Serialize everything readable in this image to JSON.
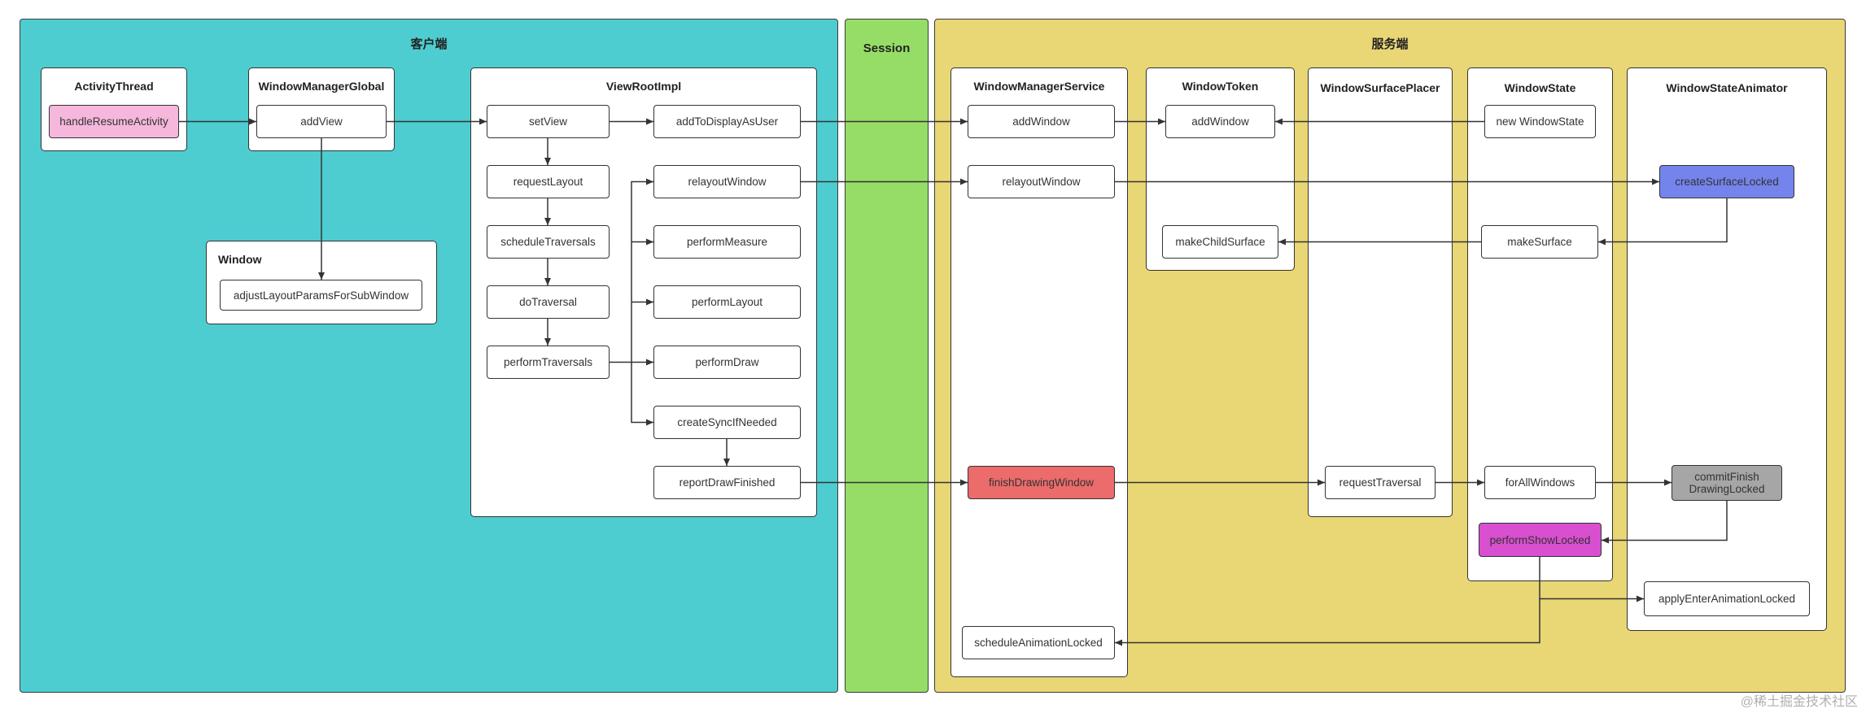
{
  "lanes": {
    "client": {
      "title": "客户端",
      "color": "#4ecdd0"
    },
    "session": {
      "title": "Session",
      "color": "#96dd67"
    },
    "server": {
      "title": "服务端",
      "color": "#e9d675"
    }
  },
  "groups": {
    "activity_thread": "ActivityThread",
    "window_manager_global": "WindowManagerGlobal",
    "window": "Window",
    "view_root_impl": "ViewRootImpl",
    "window_manager_service": "WindowManagerService",
    "window_token": "WindowToken",
    "window_surface_placer": "WindowSurfacePlacer",
    "window_state": "WindowState",
    "window_state_animator": "WindowStateAnimator"
  },
  "nodes": {
    "handle_resume_activity": "handleResumeActivity",
    "add_view": "addView",
    "adjust_layout_params": "adjustLayoutParamsForSubWindow",
    "set_view": "setView",
    "request_layout": "requestLayout",
    "schedule_traversals": "scheduleTraversals",
    "do_traversal": "doTraversal",
    "perform_traversals": "performTraversals",
    "add_to_display_as_user": "addToDisplayAsUser",
    "relayout_window": "relayoutWindow",
    "perform_measure": "performMeasure",
    "perform_layout": "performLayout",
    "perform_draw": "performDraw",
    "create_sync_if_needed": "createSyncIfNeeded",
    "report_draw_finished": "reportDrawFinished",
    "wms_add_window": "addWindow",
    "wms_relayout_window": "relayoutWindow",
    "finish_drawing_window": "finishDrawingWindow",
    "schedule_animation_locked": "scheduleAnimationLocked",
    "token_add_window": "addWindow",
    "make_child_surface": "makeChildSurface",
    "request_traversal": "requestTraversal",
    "new_window_state": "new WindowState",
    "make_surface": "makeSurface",
    "for_all_windows": "forAllWindows",
    "perform_show_locked": "performShowLocked",
    "create_surface_locked": "createSurfaceLocked",
    "commit_finish_drawing_locked": "commitFinish DrawingLocked",
    "apply_enter_animation_locked": "applyEnterAnimationLocked"
  },
  "colors": {
    "pink": "#f5b8dc",
    "blue": "#7584ec",
    "red": "#ec6b6b",
    "magenta": "#d84fd0",
    "gray": "#a6a6a6",
    "edge": "#333333"
  },
  "edges": [
    [
      "handle_resume_activity",
      "add_view"
    ],
    [
      "add_view",
      "set_view"
    ],
    [
      "add_view",
      "adjust_layout_params"
    ],
    [
      "set_view",
      "add_to_display_as_user"
    ],
    [
      "set_view",
      "request_layout"
    ],
    [
      "request_layout",
      "schedule_traversals"
    ],
    [
      "schedule_traversals",
      "do_traversal"
    ],
    [
      "do_traversal",
      "perform_traversals"
    ],
    [
      "perform_traversals",
      "relayout_window"
    ],
    [
      "perform_traversals",
      "perform_measure"
    ],
    [
      "perform_traversals",
      "perform_layout"
    ],
    [
      "perform_traversals",
      "perform_draw"
    ],
    [
      "perform_traversals",
      "create_sync_if_needed"
    ],
    [
      "create_sync_if_needed",
      "report_draw_finished"
    ],
    [
      "add_to_display_as_user",
      "wms_add_window"
    ],
    [
      "wms_add_window",
      "token_add_window"
    ],
    [
      "new_window_state",
      "token_add_window"
    ],
    [
      "relayout_window",
      "wms_relayout_window"
    ],
    [
      "wms_relayout_window",
      "create_surface_locked"
    ],
    [
      "create_surface_locked",
      "make_surface"
    ],
    [
      "make_surface",
      "make_child_surface"
    ],
    [
      "report_draw_finished",
      "finish_drawing_window"
    ],
    [
      "finish_drawing_window",
      "request_traversal"
    ],
    [
      "request_traversal",
      "for_all_windows"
    ],
    [
      "for_all_windows",
      "commit_finish_drawing_locked"
    ],
    [
      "commit_finish_drawing_locked",
      "perform_show_locked"
    ],
    [
      "perform_show_locked",
      "apply_enter_animation_locked"
    ],
    [
      "perform_show_locked",
      "schedule_animation_locked"
    ]
  ],
  "watermark": "@稀土掘金技术社区"
}
